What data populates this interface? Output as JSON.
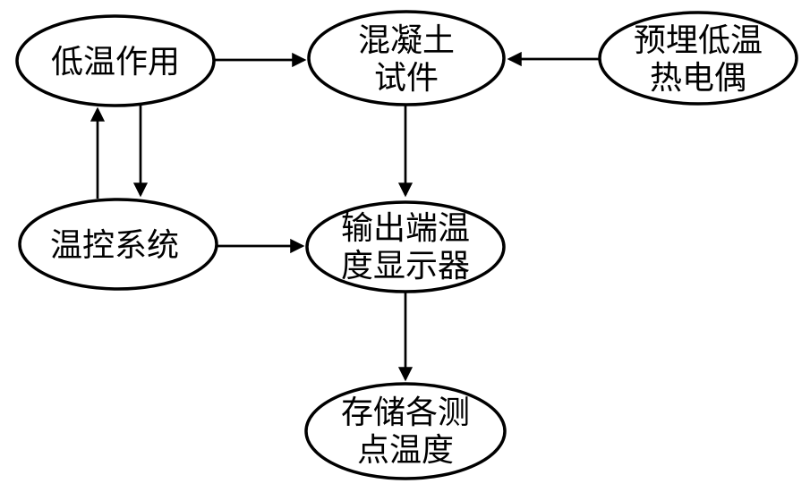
{
  "diagram": {
    "background_color": "#ffffff",
    "stroke_color": "#000000",
    "nodes": {
      "low_temp_action": {
        "label": "低温作用"
      },
      "concrete_specimen": {
        "line1": "混凝土",
        "line2": "试件"
      },
      "embedded_thermocouple": {
        "line1": "预埋低温",
        "line2": "热电偶"
      },
      "temp_control_system": {
        "label": "温控系统"
      },
      "output_display": {
        "line1": "输出端温",
        "line2": "度显示器"
      },
      "storage_points": {
        "line1": "存储各测",
        "line2": "点温度"
      }
    },
    "edges": [
      {
        "from": "low_temp_action",
        "to": "concrete_specimen",
        "direction": "right"
      },
      {
        "from": "embedded_thermocouple",
        "to": "concrete_specimen",
        "direction": "left"
      },
      {
        "from": "concrete_specimen",
        "to": "output_display",
        "direction": "down"
      },
      {
        "from": "temp_control_system",
        "to": "low_temp_action",
        "direction": "up"
      },
      {
        "from": "low_temp_action",
        "to": "temp_control_system",
        "direction": "down"
      },
      {
        "from": "temp_control_system",
        "to": "output_display",
        "direction": "right"
      },
      {
        "from": "output_display",
        "to": "storage_points",
        "direction": "down"
      }
    ]
  }
}
